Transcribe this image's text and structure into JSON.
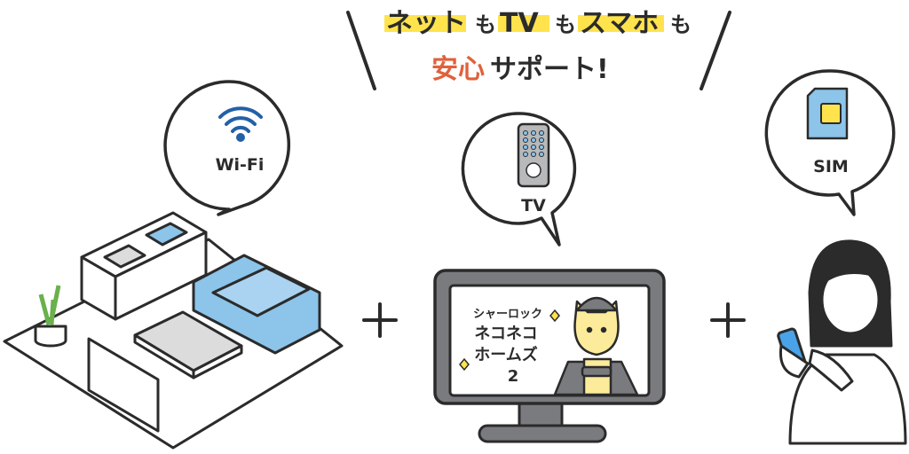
{
  "headline": {
    "line1": [
      "ネット",
      "も",
      "TV",
      "も",
      "スマホ",
      "も"
    ],
    "line2_accent": "安心",
    "line2_rest": "サポート!"
  },
  "bubbles": {
    "wifi": "Wi-Fi",
    "tv": "TV",
    "sim": "SIM"
  },
  "tv_show": {
    "line1": "シャーロック",
    "line2": "ネコネコ",
    "line3": "ホームズ",
    "line4": "2"
  },
  "plus": "+",
  "colors": {
    "ink": "#2b2b2b",
    "highlight": "#ffe34d",
    "accent": "#e0613b",
    "sofa": "#8cc4ea",
    "phone": "#4aa3e8",
    "cat": "#fbeb9a",
    "gray": "#7a7b7e",
    "sim": "#8cc4ea"
  }
}
